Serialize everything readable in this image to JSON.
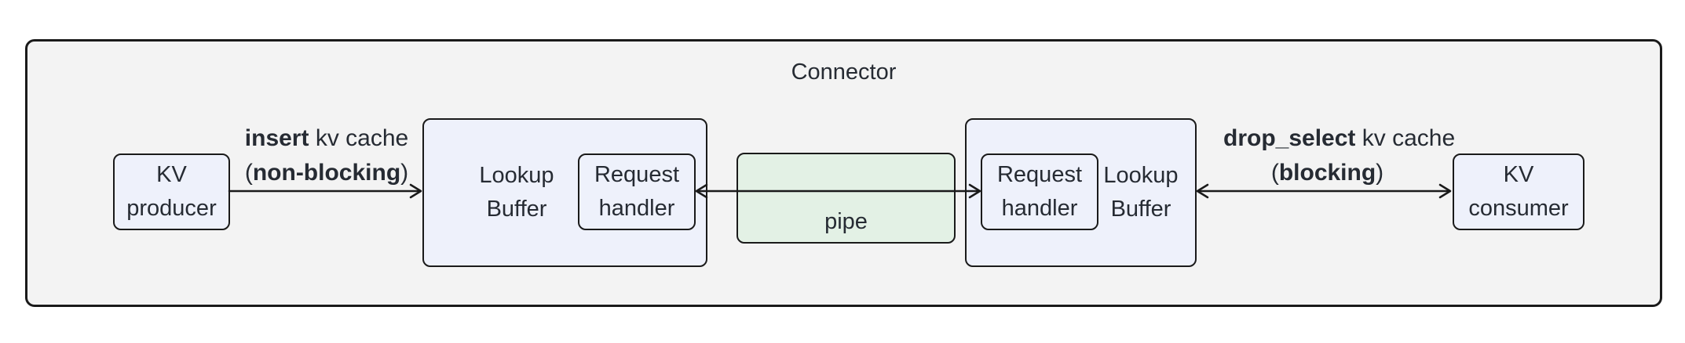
{
  "diagram": {
    "title": "Connector",
    "nodes": {
      "kv_producer": {
        "line1": "KV",
        "line2": "producer"
      },
      "lookup_buffer_left": {
        "line1": "Lookup",
        "line2": "Buffer"
      },
      "request_handler_left": {
        "line1": "Request",
        "line2": "handler"
      },
      "pipe": {
        "label": "pipe"
      },
      "request_handler_right": {
        "line1": "Request",
        "line2": "handler"
      },
      "lookup_buffer_right": {
        "line1": "Lookup",
        "line2": "Buffer"
      },
      "kv_consumer": {
        "line1": "KV",
        "line2": "consumer"
      }
    },
    "edges": {
      "insert": {
        "op": "insert",
        "rest": " kv cache",
        "open_paren": "(",
        "mode": "non-blocking",
        "close_paren": ")"
      },
      "drop_select": {
        "op": "drop_select",
        "rest": " kv cache",
        "open_paren": "(",
        "mode": "blocking",
        "close_paren": ")"
      }
    },
    "colors": {
      "node_fill": "#eef1fb",
      "pipe_fill": "#e3f1e5",
      "container_fill": "#f3f3f3",
      "stroke": "#1a1a1a",
      "text": "#262b33"
    }
  }
}
